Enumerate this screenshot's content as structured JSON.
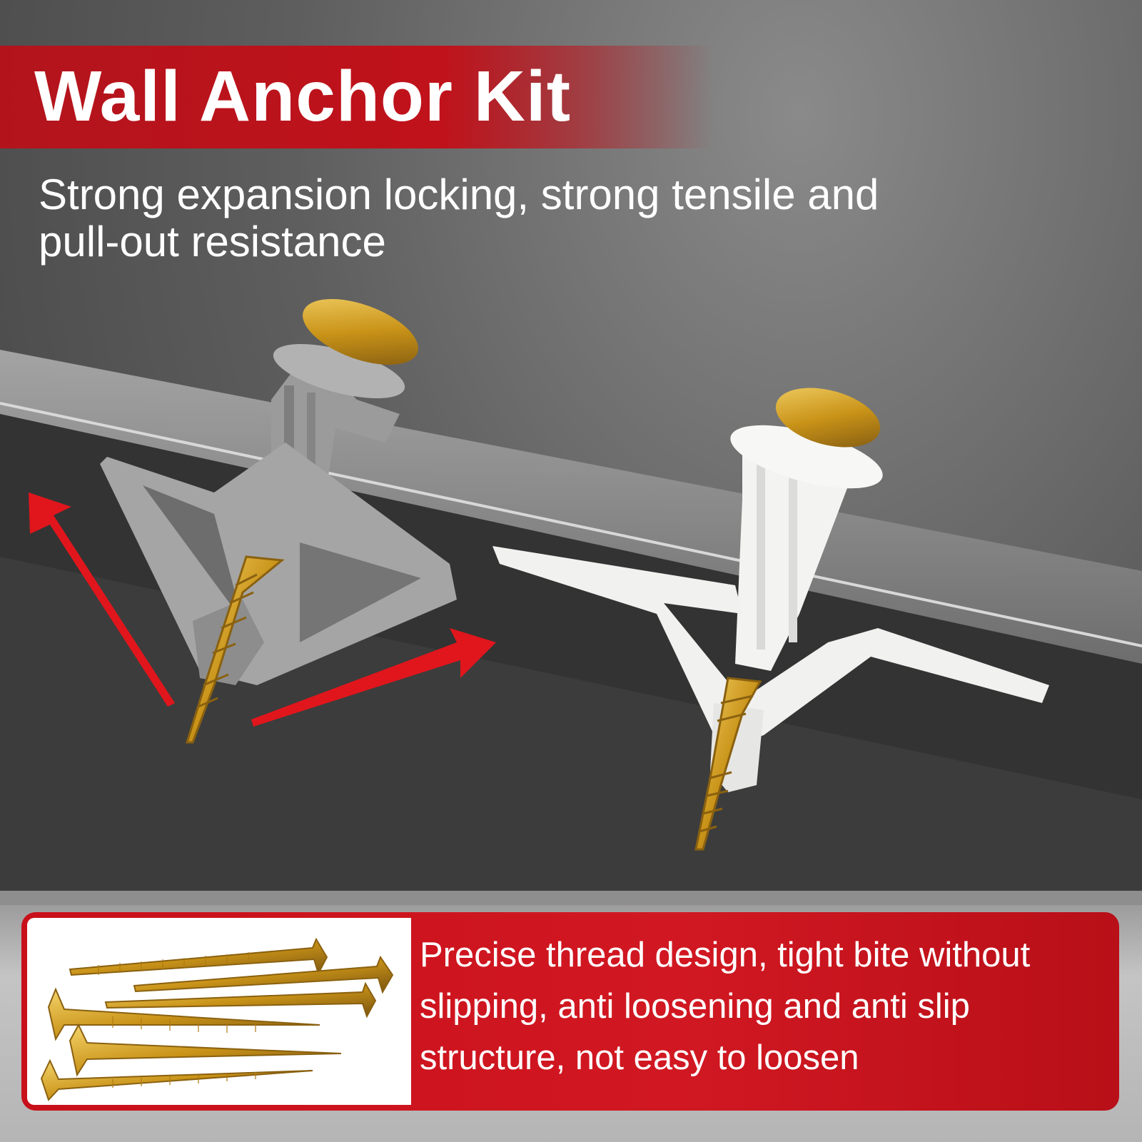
{
  "header": {
    "title": "Wall Anchor Kit",
    "subtitle": "Strong expansion locking, strong tensile and pull-out resistance"
  },
  "feature": {
    "text": "Precise thread design, tight bite without slipping, anti loosening and anti slip structure, not easy to loosen"
  },
  "colors": {
    "accent_red": "#c0121b",
    "arrow_red": "#e0161c",
    "screw_gold": "#d6a21c",
    "anchor_gray": "#9b9b9b",
    "anchor_white": "#f3f3f1",
    "background_dark": "#3e3e3e"
  },
  "illustration": {
    "items": [
      "gray-plastic-anchor",
      "white-plastic-anchor",
      "expansion-arrows",
      "screw-bundle"
    ]
  }
}
